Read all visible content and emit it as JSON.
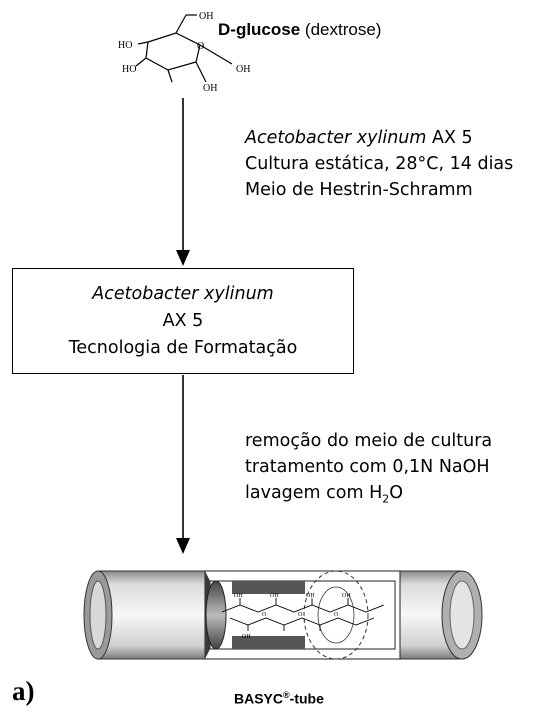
{
  "glucose": {
    "name_bold": "D-glucose",
    "name_rest": " (dextrose)",
    "atoms": {
      "oh_top": "OH",
      "oh_left": "HO",
      "ho_left2": "HO",
      "oh_right": "OH",
      "oh_bottom": "OH",
      "ring_o": "O"
    }
  },
  "step1": {
    "organism": "Acetobacter xylinum",
    "strain": " AX 5",
    "line2": "Cultura estática,  28°C, 14 dias",
    "line3": "Meio de Hestrin-Schramm"
  },
  "box": {
    "line1": "Acetobacter xylinum",
    "line2": "AX 5",
    "line3": "Tecnologia de Formatação"
  },
  "step2": {
    "line1": "remoção do meio de cultura",
    "line2": "tratamento com 0,1N NaOH",
    "line3_pre": "lavagem com H",
    "line3_sub": "2",
    "line3_post": "O"
  },
  "tube": {
    "title_main": "BASYC",
    "title_sup": "®",
    "title_rest": "-tube",
    "molecule_labels": [
      "OH",
      "OH",
      "OH",
      "OH",
      "OH",
      "O",
      "O",
      "O"
    ]
  },
  "panel_label": "a)"
}
